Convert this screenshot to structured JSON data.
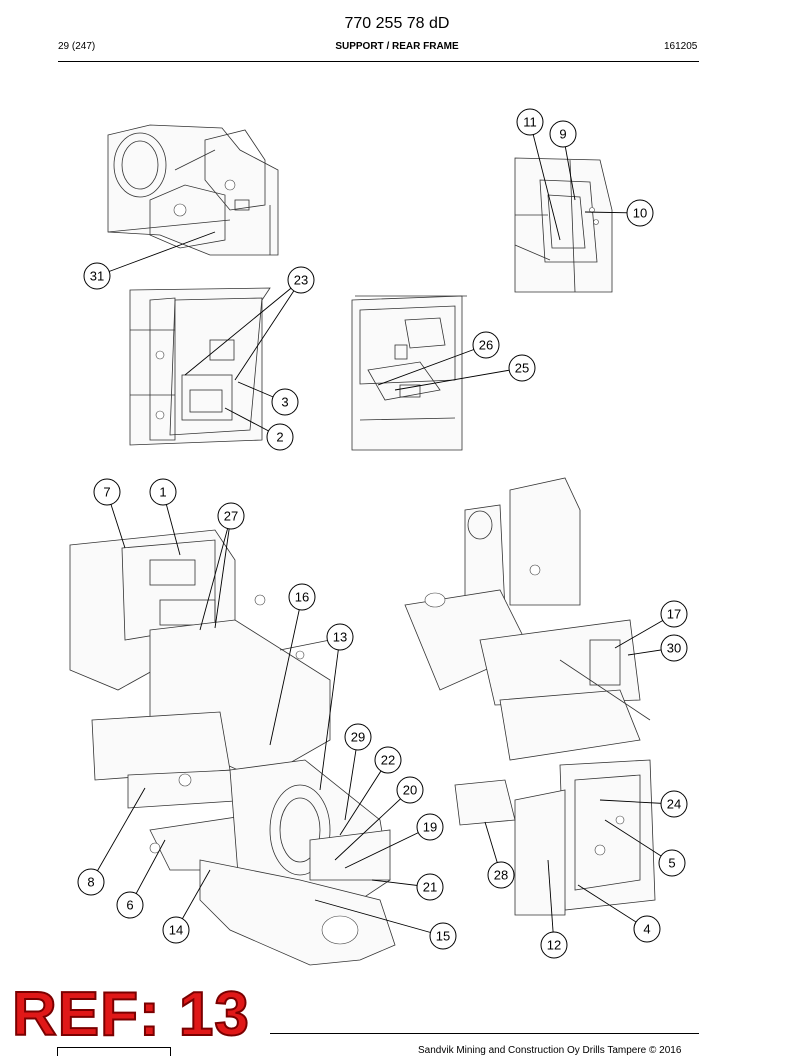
{
  "header": {
    "doc_number": "770 255 78 dD",
    "page": "29 (247)",
    "title": "SUPPORT / REAR FRAME",
    "date_code": "161205"
  },
  "footer": {
    "ref_stamp": "REF: 13",
    "copyright": "Sandvik Mining and Construction Oy Drills Tampere © 2016"
  },
  "callouts": [
    {
      "label": "11"
    },
    {
      "label": "9"
    },
    {
      "label": "10"
    },
    {
      "label": "31"
    },
    {
      "label": "23"
    },
    {
      "label": "3"
    },
    {
      "label": "2"
    },
    {
      "label": "26"
    },
    {
      "label": "25"
    },
    {
      "label": "7"
    },
    {
      "label": "1"
    },
    {
      "label": "27"
    },
    {
      "label": "16"
    },
    {
      "label": "13"
    },
    {
      "label": "29"
    },
    {
      "label": "22"
    },
    {
      "label": "20"
    },
    {
      "label": "19"
    },
    {
      "label": "21"
    },
    {
      "label": "15"
    },
    {
      "label": "14"
    },
    {
      "label": "6"
    },
    {
      "label": "8"
    },
    {
      "label": "17"
    },
    {
      "label": "30"
    },
    {
      "label": "24"
    },
    {
      "label": "5"
    },
    {
      "label": "28"
    },
    {
      "label": "4"
    },
    {
      "label": "12"
    }
  ]
}
